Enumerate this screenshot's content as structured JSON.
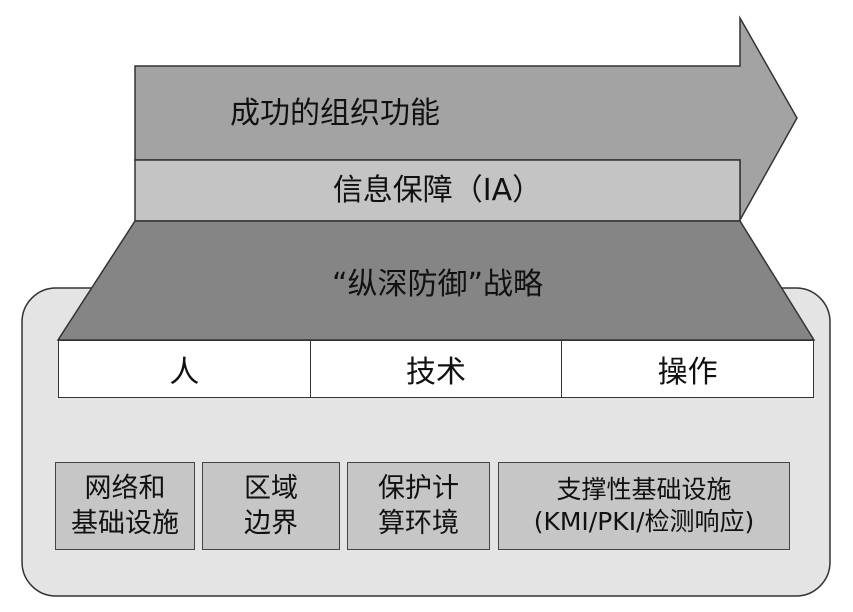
{
  "arrow": {
    "label": "成功的组织功能",
    "fill": "#a3a3a3"
  },
  "ia_band": {
    "label": "信息保障（IA）",
    "fill": "#c4c4c4"
  },
  "strategy": {
    "label": "“纵深防御”战略",
    "fill": "#858585"
  },
  "pillars": [
    {
      "label": "人"
    },
    {
      "label": "技术"
    },
    {
      "label": "操作"
    }
  ],
  "focus_areas": [
    {
      "line1": "网络和",
      "line2": "基础设施"
    },
    {
      "line1": "区域",
      "line2": "边界"
    },
    {
      "line1": "保护计",
      "line2": "算环境"
    },
    {
      "line1": "支撑性基础设施",
      "line2": "(KMI/PKI/检测响应)"
    }
  ],
  "colors": {
    "container": "#e4e4e4",
    "box": "#c6c6c6",
    "outline": "#333333"
  }
}
